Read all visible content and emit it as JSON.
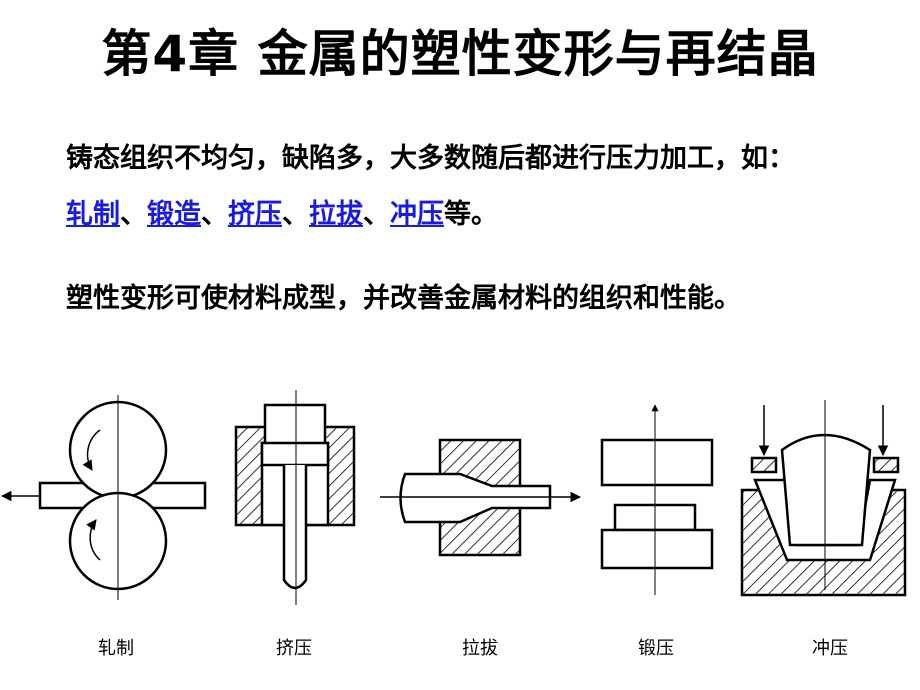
{
  "title": "第4章  金属的塑性变形与再结晶",
  "paragraph1": {
    "text": "铸态组织不均匀，缺陷多，大多数随后都进行压力加工，如：",
    "links": [
      "轧制",
      "锻造",
      "挤压",
      "拉拔",
      "冲压"
    ],
    "separator": "、",
    "ending": "等。",
    "link_color": "#1a1ae0"
  },
  "paragraph2": "塑性变形可使材料成型，并改善金属材料的组织和性能。",
  "figure_captions": [
    "轧制",
    "挤压",
    "拉拔",
    "锻压",
    "冲压"
  ]
}
